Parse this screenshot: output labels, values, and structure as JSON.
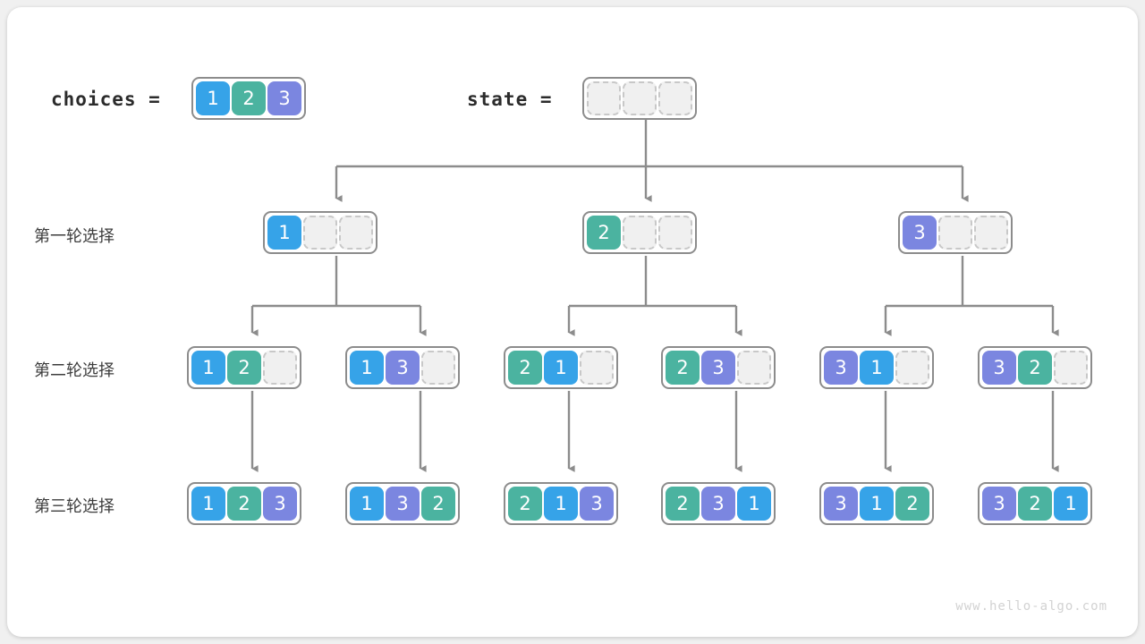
{
  "legend": {
    "choices_label": "choices =",
    "state_label": "state ="
  },
  "row_labels": [
    "第一轮选择",
    "第二轮选择",
    "第三轮选择"
  ],
  "watermark": "www.hello-algo.com",
  "colors": {
    "value_1": "#36a3e8",
    "value_2": "#4bb3a0",
    "value_3": "#7b86e0",
    "empty_fill": "#f0f0f0",
    "empty_border": "#c8c8c8",
    "node_border": "#8c8c8c",
    "connector": "#8c8c8c",
    "card": "#ffffff",
    "page": "#f0f0f0"
  },
  "nodes": {
    "choices": {
      "cells": [
        "1",
        "2",
        "3"
      ]
    },
    "state": {
      "cells": [
        "",
        "",
        ""
      ]
    },
    "level1": [
      {
        "cells": [
          "1",
          "",
          ""
        ]
      },
      {
        "cells": [
          "2",
          "",
          ""
        ]
      },
      {
        "cells": [
          "3",
          "",
          ""
        ]
      }
    ],
    "level2": [
      {
        "cells": [
          "1",
          "2",
          ""
        ]
      },
      {
        "cells": [
          "1",
          "3",
          ""
        ]
      },
      {
        "cells": [
          "2",
          "1",
          ""
        ]
      },
      {
        "cells": [
          "2",
          "3",
          ""
        ]
      },
      {
        "cells": [
          "3",
          "1",
          ""
        ]
      },
      {
        "cells": [
          "3",
          "2",
          ""
        ]
      }
    ],
    "level3": [
      {
        "cells": [
          "1",
          "2",
          "3"
        ]
      },
      {
        "cells": [
          "1",
          "3",
          "2"
        ]
      },
      {
        "cells": [
          "2",
          "1",
          "3"
        ]
      },
      {
        "cells": [
          "2",
          "3",
          "1"
        ]
      },
      {
        "cells": [
          "3",
          "1",
          "2"
        ]
      },
      {
        "cells": [
          "3",
          "2",
          "1"
        ]
      }
    ]
  }
}
